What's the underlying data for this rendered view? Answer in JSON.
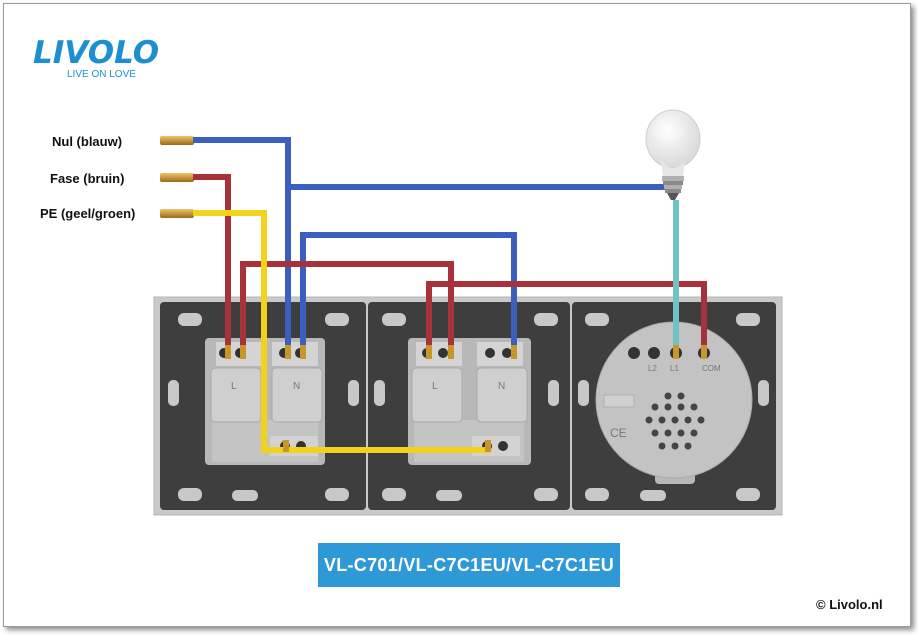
{
  "brand": {
    "logo_text": "LIVOLO",
    "tagline": "LIVE ON LOVE",
    "color": "#1d8fd0"
  },
  "wires": {
    "neutral_label": "Nul (blauw)",
    "phase_label": "Fase (bruin)",
    "earth_label": "PE (geel/groen)",
    "colors": {
      "neutral": "#3b5fbf",
      "phase": "#a8323c",
      "earth": "#f2d31b",
      "lamp": "#6fc3c2"
    }
  },
  "socket_left": {
    "terminal_l": "L",
    "terminal_n": "N"
  },
  "socket_middle": {
    "terminal_l": "L",
    "terminal_n": "N"
  },
  "switch_module": {
    "terminal_l2": "L2",
    "terminal_l1": "L1",
    "terminal_com": "COM",
    "ce_mark": "CE"
  },
  "model": {
    "label": "VL-C701/VL-C7C1EU/VL-C7C1EU",
    "background": "#2f98d6"
  },
  "footer": {
    "copyright": "© Livolo.nl"
  }
}
